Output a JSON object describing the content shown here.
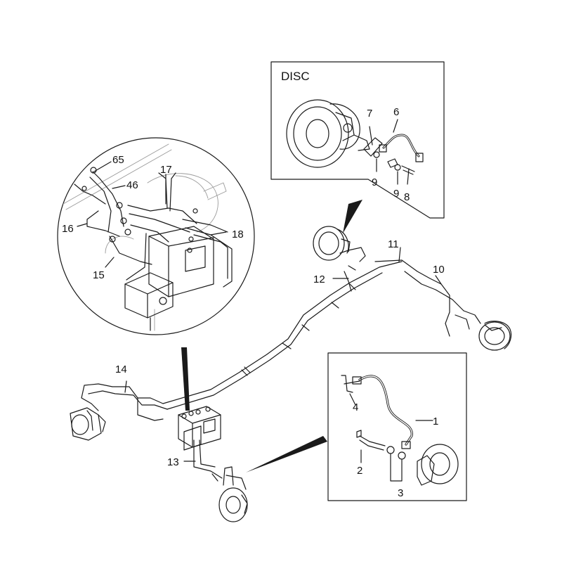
{
  "disc_inset": {
    "title": "DISC"
  },
  "callouts": {
    "c1": "1",
    "c2": "2",
    "c3": "3",
    "c4": "4",
    "c6": "6",
    "c7": "7",
    "c8": "8",
    "c9a": "9",
    "c9b": "9",
    "c10": "10",
    "c11": "11",
    "c12": "12",
    "c13": "13",
    "c14": "14",
    "c15": "15",
    "c16": "16",
    "c17": "17",
    "c18": "18",
    "c46": "46",
    "c65": "65"
  },
  "colors": {
    "line": "#1a1a1a",
    "background": "#ffffff",
    "ghost": "#9a9a9a"
  }
}
